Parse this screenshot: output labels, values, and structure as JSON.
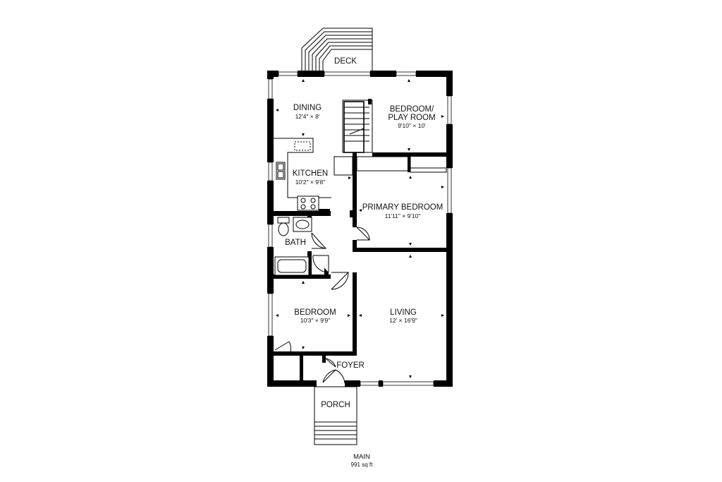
{
  "plan": {
    "level": "MAIN",
    "area": "991 sq ft"
  },
  "rooms": {
    "deck": {
      "name": "DECK"
    },
    "dining": {
      "name": "DINING",
      "size": "12'4\" × 8'"
    },
    "bedroom_play": {
      "name_line1": "BEDROOM/",
      "name_line2": "PLAY ROOM",
      "size": "9'10\" × 10'"
    },
    "kitchen": {
      "name": "KITCHEN",
      "size": "10'2\" × 9'8\""
    },
    "primary_bedroom": {
      "name": "PRIMARY BEDROOM",
      "size": "11'11\" × 9'10\""
    },
    "bath": {
      "name": "BATH"
    },
    "bedroom": {
      "name": "BEDROOM",
      "size": "10'3\" × 9'9\""
    },
    "living": {
      "name": "LIVING",
      "size": "12' × 16'9\""
    },
    "foyer": {
      "name": "FOYER"
    },
    "porch": {
      "name": "PORCH"
    }
  },
  "colors": {
    "wall": "#000000",
    "background": "#ffffff",
    "text": "#111111"
  }
}
